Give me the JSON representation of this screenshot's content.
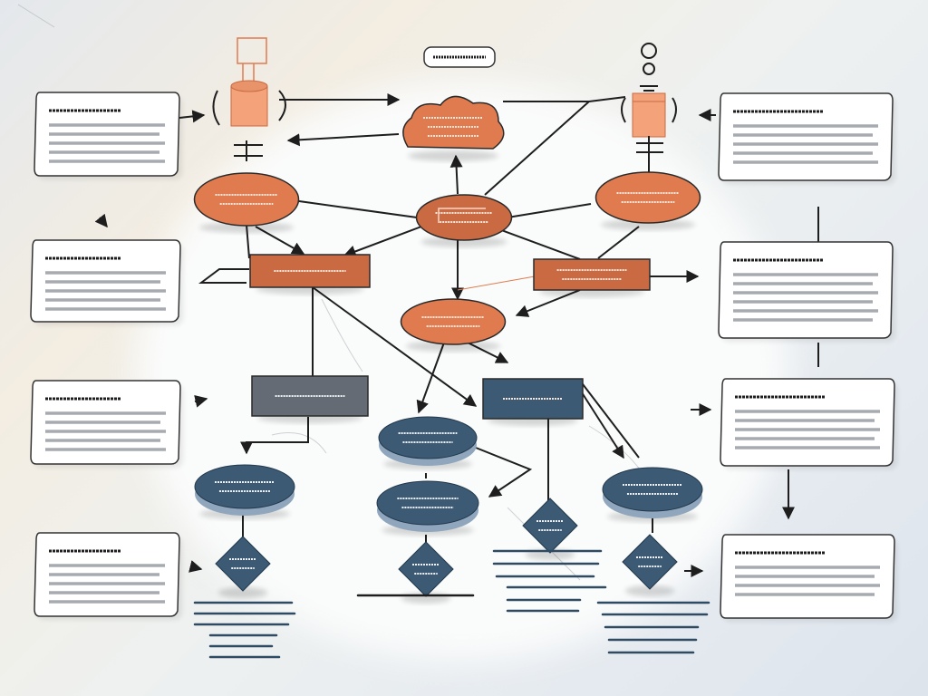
{
  "title_label": "",
  "colors": {
    "accent_orange": "#e07b4f",
    "accent_orange_dark": "#c96a42",
    "accent_navy": "#3c5a74",
    "accent_slate": "#646b74",
    "ink": "#1e1e1e",
    "line_gray": "#8a8f96",
    "card_border": "#333333"
  },
  "icons": {
    "top_left": "database-cylinder-icon",
    "top_right": "database-gear-icon"
  },
  "nodes": [
    {
      "name": "cloud-node",
      "shape": "cloud",
      "color": "accent_orange",
      "lines": 3
    },
    {
      "name": "ellipse-node-left",
      "shape": "ellipse",
      "color": "accent_orange",
      "lines": 2
    },
    {
      "name": "ellipse-node-center",
      "shape": "ellipse",
      "color": "accent_orange_dark",
      "lines": 2
    },
    {
      "name": "ellipse-node-right",
      "shape": "ellipse",
      "color": "accent_orange",
      "lines": 2
    },
    {
      "name": "rect-node-left",
      "shape": "rect",
      "color": "accent_orange_dark",
      "lines": 1
    },
    {
      "name": "rect-node-right",
      "shape": "rect",
      "color": "accent_orange_dark",
      "lines": 2
    },
    {
      "name": "ellipse-node-lower",
      "shape": "ellipse",
      "color": "accent_orange",
      "lines": 2
    },
    {
      "name": "rect-node-gray",
      "shape": "rect",
      "color": "accent_slate",
      "lines": 1
    },
    {
      "name": "rect-node-navy",
      "shape": "rect",
      "color": "accent_navy",
      "lines": 1
    },
    {
      "name": "disc-node-left",
      "shape": "disc",
      "color": "accent_navy",
      "lines": 2
    },
    {
      "name": "disc-node-center-top",
      "shape": "disc",
      "color": "accent_navy",
      "lines": 2
    },
    {
      "name": "disc-node-center-bottom",
      "shape": "disc",
      "color": "accent_navy",
      "lines": 2
    },
    {
      "name": "disc-node-right",
      "shape": "disc",
      "color": "accent_navy",
      "lines": 2
    },
    {
      "name": "diamond-node-left",
      "shape": "diamond",
      "color": "accent_navy",
      "lines": 2
    },
    {
      "name": "diamond-node-center",
      "shape": "diamond",
      "color": "accent_navy",
      "lines": 2
    },
    {
      "name": "diamond-node-mid",
      "shape": "diamond",
      "color": "accent_navy",
      "lines": 2
    },
    {
      "name": "diamond-node-right",
      "shape": "diamond",
      "color": "accent_navy",
      "lines": 2
    }
  ],
  "cards": [
    {
      "name": "note-card-left-1",
      "lines": 5
    },
    {
      "name": "note-card-left-2",
      "lines": 5
    },
    {
      "name": "note-card-left-3",
      "lines": 5
    },
    {
      "name": "note-card-left-4",
      "lines": 5
    },
    {
      "name": "note-card-right-1",
      "lines": 5
    },
    {
      "name": "note-card-right-2",
      "lines": 6
    },
    {
      "name": "note-card-right-3",
      "lines": 5
    },
    {
      "name": "note-card-right-4",
      "lines": 4
    }
  ]
}
